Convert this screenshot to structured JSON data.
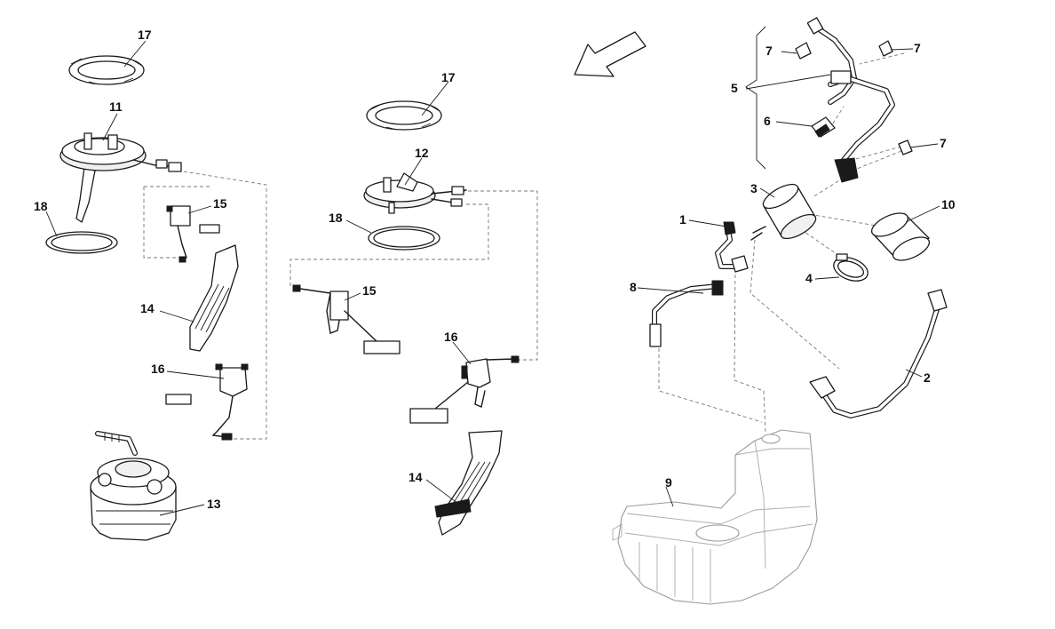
{
  "callouts": {
    "c1": "1",
    "c2": "2",
    "c3": "3",
    "c4": "4",
    "c5": "5",
    "c6": "6",
    "c7": "7",
    "c8": "8",
    "c9": "9",
    "c10": "10",
    "c11": "11",
    "c12": "12",
    "c13": "13",
    "c14": "14",
    "c15": "15",
    "c16": "16",
    "c17": "17",
    "c18": "18"
  },
  "icons": {
    "orientation_arrow": "direction-arrow-icon"
  },
  "colors": {
    "line": "#1a1a1a",
    "tank_outline": "#9a9a9a",
    "dashed_guide": "#777777"
  }
}
